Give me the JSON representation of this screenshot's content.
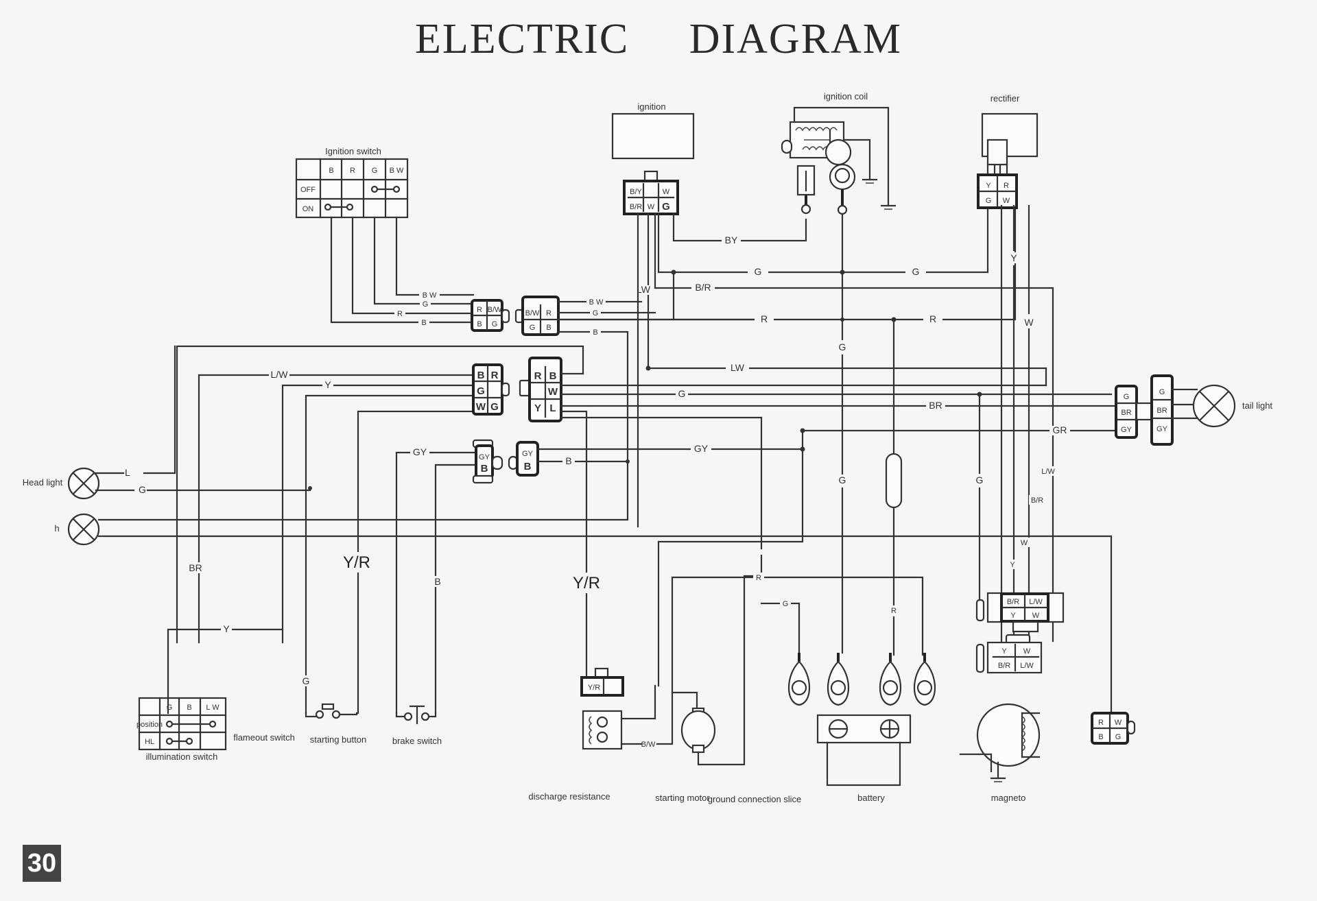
{
  "title": "ELECTRIC   DIAGRAM",
  "page_number": "30",
  "components": {
    "ignition_switch": {
      "label": "Ignition switch",
      "columns": [
        "",
        "B",
        "R",
        "G",
        "B W"
      ],
      "rows": [
        "OFF",
        "ON"
      ]
    },
    "ignition": {
      "label": "ignition",
      "pins": [
        "B/Y",
        "",
        "W",
        "B/R",
        "W",
        "G"
      ]
    },
    "ignition_coil": {
      "label": "ignition coil"
    },
    "rectifier": {
      "label": "rectifier",
      "pins": [
        "Y",
        "R",
        "G",
        "W"
      ]
    },
    "tail_light": {
      "label": "tail light",
      "pins": [
        "G",
        "BR",
        "GY"
      ]
    },
    "head_light": {
      "label": "Head light"
    },
    "h_lamp": {
      "label": "h"
    },
    "illumination_switch": {
      "label": "illumination switch",
      "columns": [
        "",
        "G",
        "B",
        "L W"
      ],
      "rows": [
        "position",
        "HL"
      ]
    },
    "flameout_switch": {
      "label": "flameout switch"
    },
    "starting_button": {
      "label": "starting button"
    },
    "brake_switch": {
      "label": "brake switch"
    },
    "discharge_resistance": {
      "label": "discharge resistance"
    },
    "starting_motor": {
      "label": "starting motor"
    },
    "ground_connection_slice": {
      "label": "ground connection slice"
    },
    "battery": {
      "label": "battery"
    },
    "magneto": {
      "label": "magneto"
    }
  },
  "connectors": {
    "sw_left": [
      "R",
      "B/W",
      "B",
      "G"
    ],
    "sw_right": [
      "B/W",
      "R",
      "G",
      "B"
    ],
    "main_left": [
      "B",
      "R",
      "G",
      "",
      "W",
      "G"
    ],
    "main_right": [
      "R",
      "B",
      "",
      "W",
      "Y",
      "L"
    ],
    "brake_left": [
      "GY",
      "B"
    ],
    "brake_right": [
      "GY",
      "B"
    ],
    "tail_left": [
      "G",
      "BR",
      "GY"
    ],
    "tail_right": [
      "G",
      "BR",
      "GY"
    ],
    "mag_top": [
      "B/R",
      "L/W",
      "Y",
      "W"
    ],
    "mag_bottom": [
      "Y",
      "W",
      "B/R",
      "L/W"
    ],
    "right_small": [
      "R",
      "W",
      "B",
      "G"
    ],
    "yr_small": [
      "Y/R",
      ""
    ]
  },
  "wire_labels": {
    "bw1": "B W",
    "g1": "G",
    "r1": "R",
    "b1": "B",
    "bw2": "B W",
    "g2": "G",
    "b2": "B",
    "by": "BY",
    "g_top_a": "G",
    "g_top_b": "G",
    "lw_top": "LW",
    "br_top": "B/R",
    "r_mid_a": "R",
    "r_mid_b": "R",
    "g_vert": "G",
    "lw_mid": "LW",
    "y_rect": "Y",
    "w_rect": "W",
    "lw_left": "L/W",
    "y_left": "Y",
    "g_main": "G",
    "br_main": "BR",
    "gr_main": "GR",
    "gy_left": "GY",
    "b_brake": "B",
    "gy_right": "GY",
    "l_head": "L",
    "g_head": "G",
    "g_low": "G",
    "g_right": "G",
    "lw_right": "L/W",
    "br_right": "B/R",
    "w_right": "W",
    "y_right": "Y",
    "br_vert": "BR",
    "yr_a": "Y/R",
    "b_vert": "B",
    "yr_b": "Y/R",
    "y_low": "Y",
    "g_flame": "G",
    "r_low": "R",
    "g_ground": "G",
    "r_batt": "R",
    "bw_res": "B/W"
  }
}
